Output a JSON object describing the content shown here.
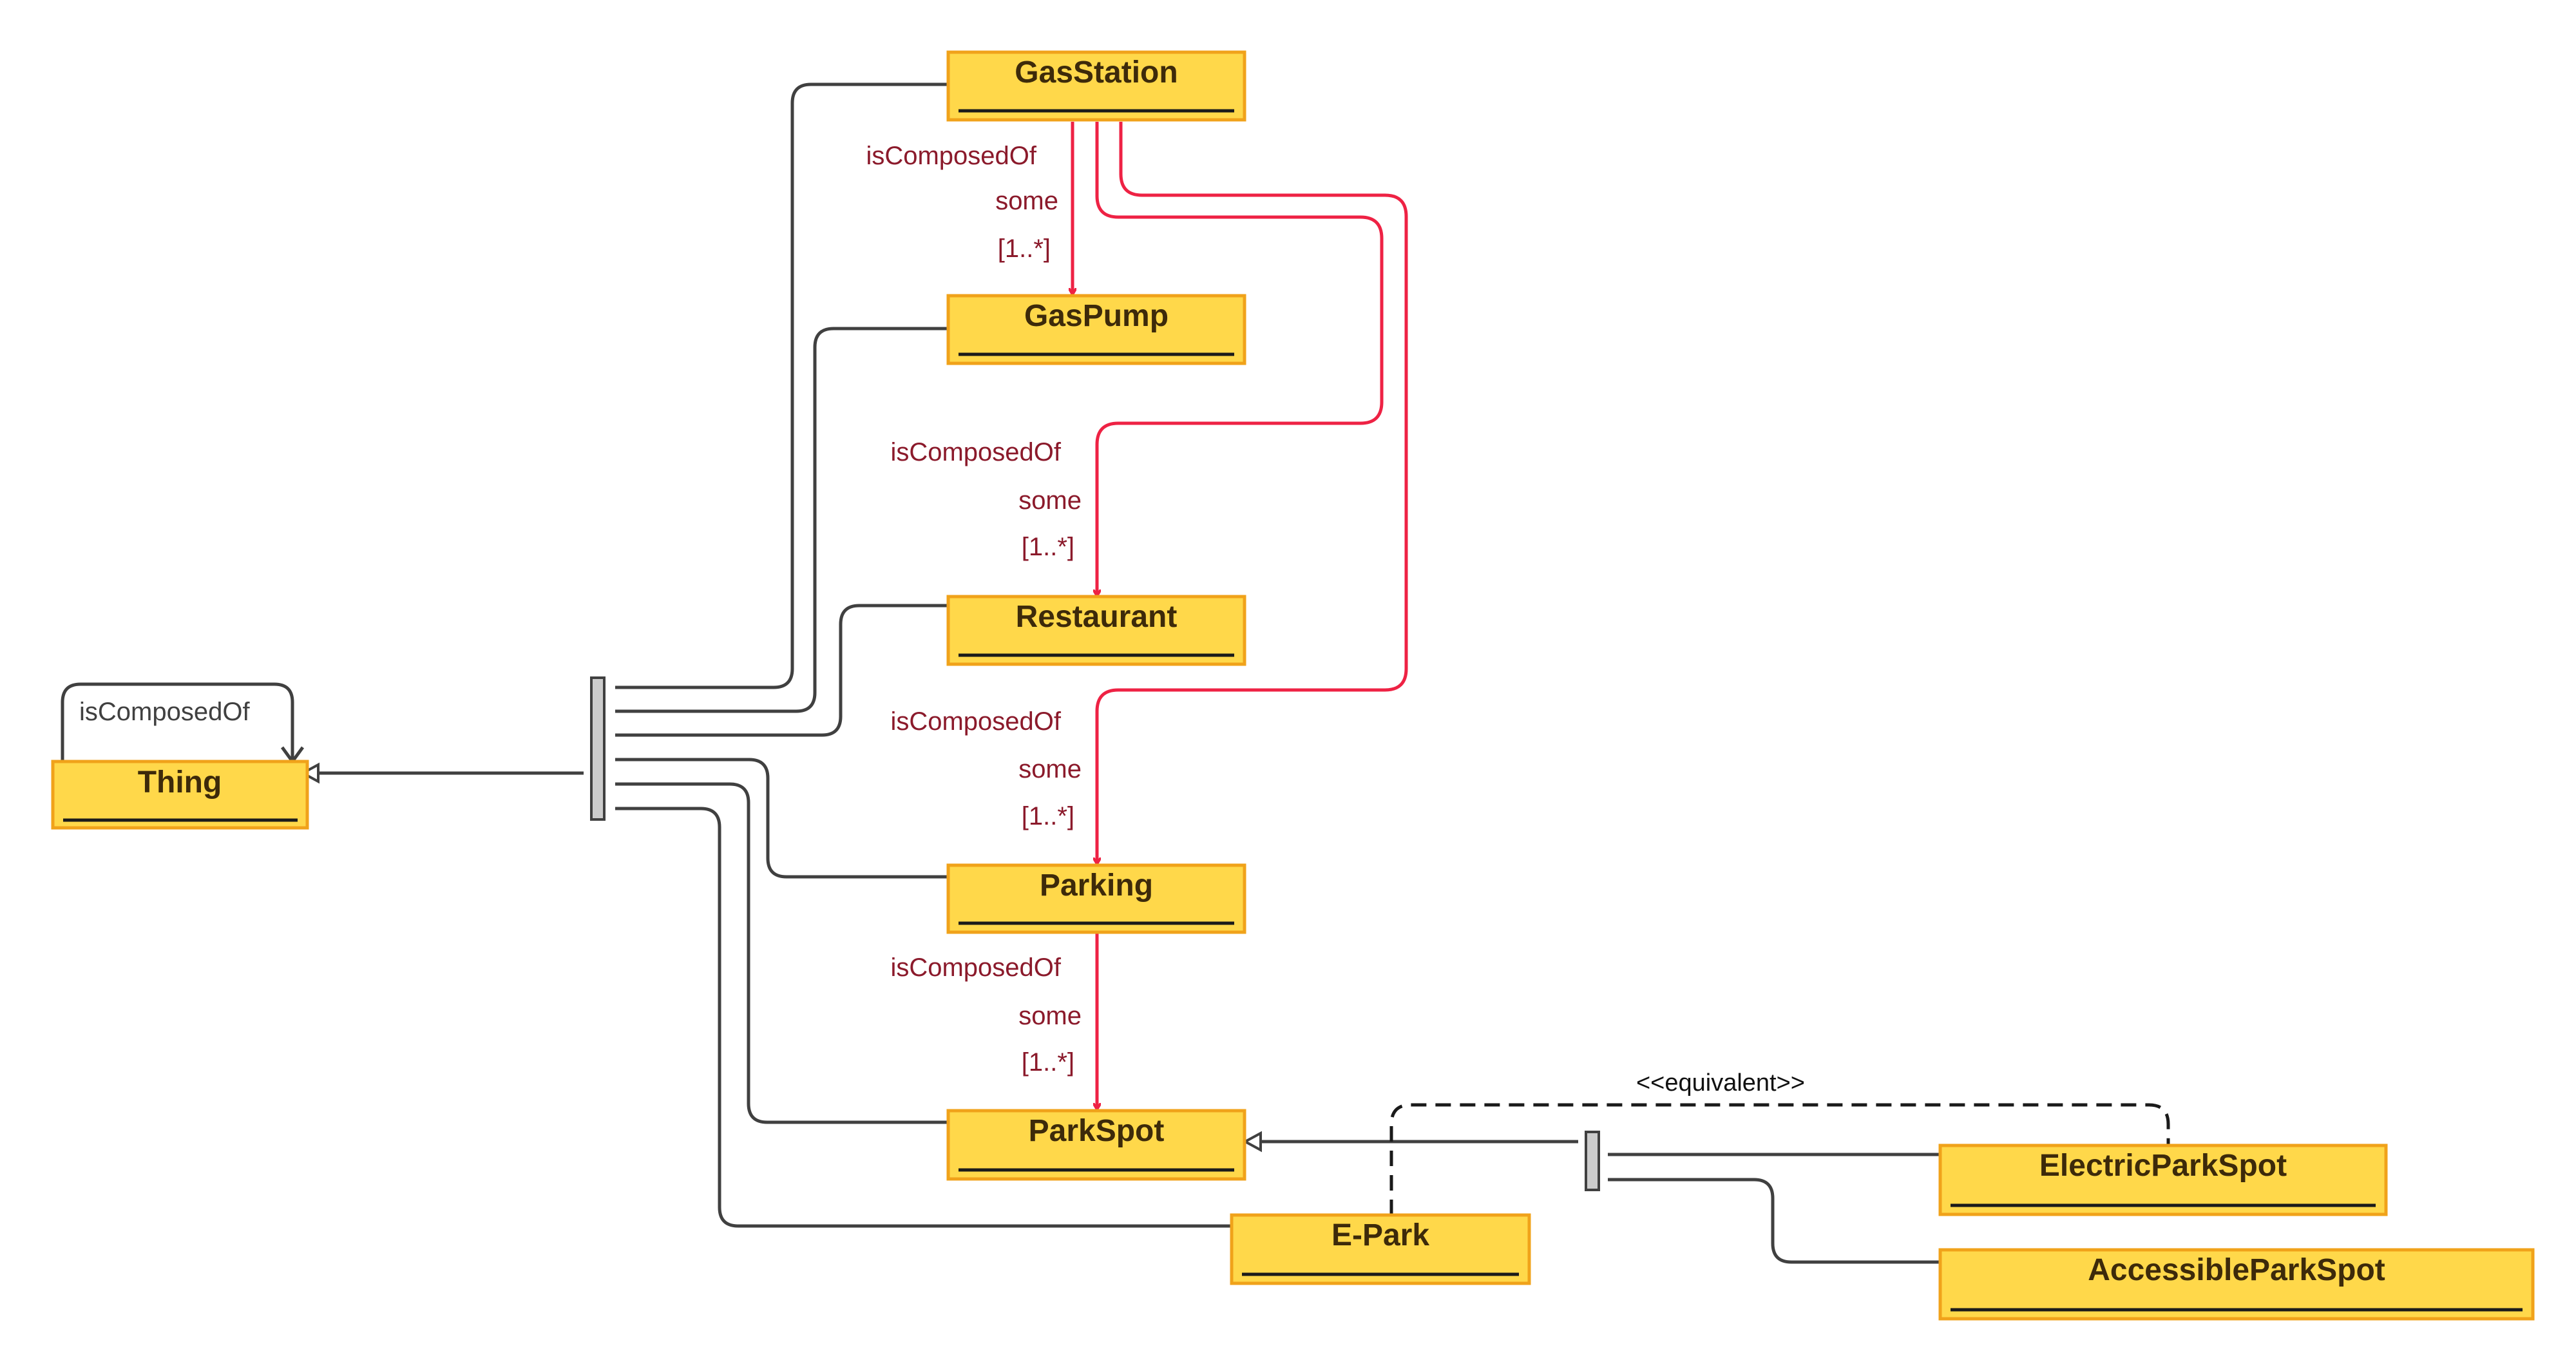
{
  "classes": {
    "thing": "Thing",
    "gas_station": "GasStation",
    "gas_pump": "GasPump",
    "restaurant": "Restaurant",
    "parking": "Parking",
    "park_spot": "ParkSpot",
    "e_park": "E-Park",
    "electric_park_spot": "ElectricParkSpot",
    "accessible_park_spot": "AccessibleParkSpot"
  },
  "relations": {
    "gasstation_gaspump": {
      "property": "isComposedOf",
      "quantifier": "some",
      "cardinality": "[1..*]"
    },
    "gasstation_restaurant": {
      "property": "isComposedOf",
      "quantifier": "some",
      "cardinality": "[1..*]"
    },
    "gasstation_parking": {
      "property": "isComposedOf",
      "quantifier": "some",
      "cardinality": "[1..*]"
    },
    "parking_parkspot": {
      "property": "isComposedOf",
      "quantifier": "some",
      "cardinality": "[1..*]"
    },
    "thing_self": {
      "property": "isComposedOf"
    }
  },
  "equivalence": {
    "label": "<<equivalent>>"
  },
  "colors": {
    "class_fill": "#ffd84a",
    "class_border": "#f0a21a",
    "relation_line": "#ee2244",
    "relation_label": "#8b1a2b",
    "generalization_line": "#404040"
  }
}
